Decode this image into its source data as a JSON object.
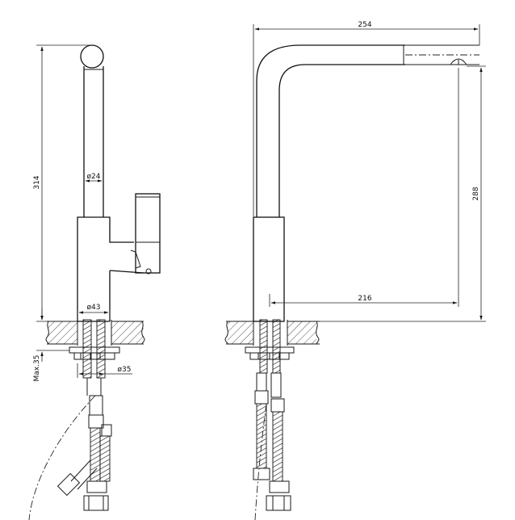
{
  "dimensions": {
    "height_total": "314",
    "spout_diameter": "ø24",
    "base_diameter": "ø43",
    "max_deck": "Max.35",
    "hole_diameter": "ø35",
    "reach": "254",
    "spout_height": "288",
    "body_reach": "216"
  },
  "colors": {
    "line": "#1a1a1a",
    "background": "#ffffff"
  }
}
